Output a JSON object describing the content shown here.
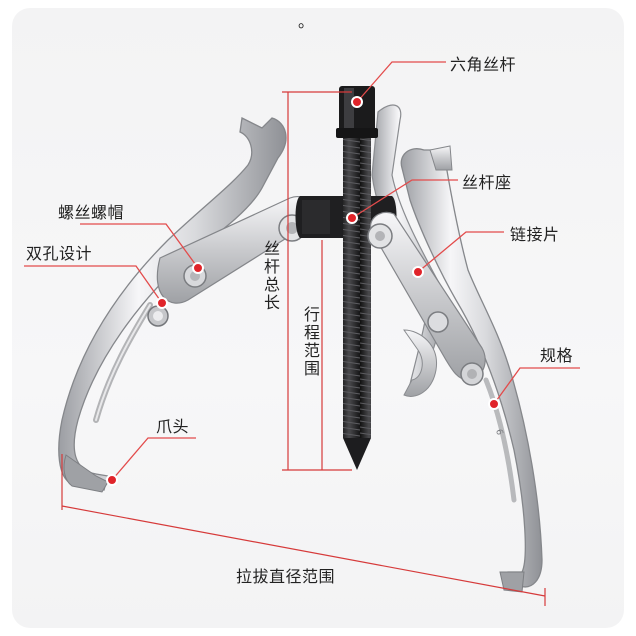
{
  "top_mark": "。",
  "labels": {
    "hex_screw": "六角丝杆",
    "screw_seat": "丝杆座",
    "link_plate": "链接片",
    "bolt_nut": "螺丝螺帽",
    "double_hole": "双孔设计",
    "spec": "规格",
    "claw_head": "爪头",
    "screw_total_length": "丝杆总长",
    "stroke_range": "行程范围",
    "pull_diameter_range": "拉拔直径范围"
  },
  "colors": {
    "callout_line": "#e34b4b",
    "marker_dot": "#e0242a",
    "dimension_line": "#d63a3a",
    "steel_light": "#f4f4f6",
    "steel_dark": "#8f9196",
    "screw": "#2b2b2d",
    "hub": "#1e1e20"
  }
}
